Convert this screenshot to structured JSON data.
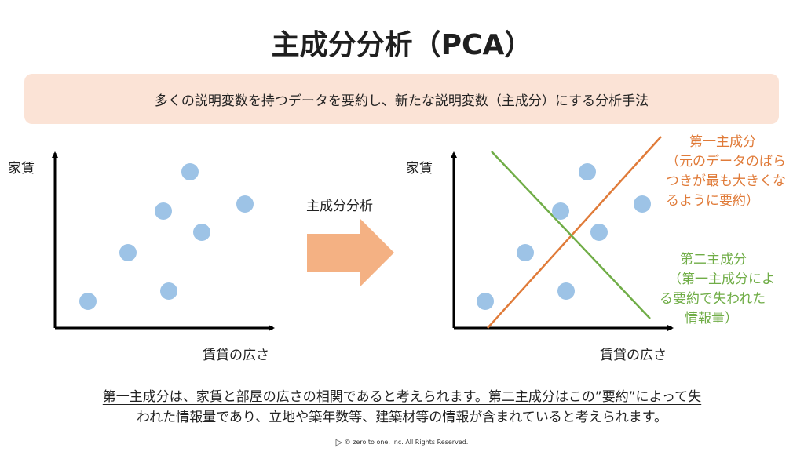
{
  "title": "主成分分析（PCA）",
  "banner": "多くの説明変数を持つデータを要約し、新たな説明変数（主成分）にする分析手法",
  "left_plot": {
    "y_label": "家賃",
    "x_label": "賃貸の広さ"
  },
  "arrow_label": "主成分分析",
  "right_plot": {
    "y_label": "家賃",
    "x_label": "賃貸の広さ",
    "pc1_note": [
      "第一主成分",
      "（元のデータのばら",
      "つきが最も大きくな",
      "るように要約）"
    ],
    "pc2_note": [
      "第二主成分",
      "（第一主成分によ",
      "る要約で失われた",
      "情報量）"
    ]
  },
  "footer": [
    "第一主成分は、家賃と部屋の広さの相関であると考えられます。第二主成分はこの”要約”によって失",
    "われた情報量であり、立地や築年数等、建築材等の情報が含まれていると考えられます。"
  ],
  "copyright": "zero to one, Inc. All Rights Reserved.",
  "copyright_symbol": "©",
  "colors": {
    "dot": "#9dc3e6",
    "arrow": "#f4b183",
    "pc1": "#e07b39",
    "pc2": "#70ad47",
    "banner_bg": "#fbe3d6"
  },
  "icons": {
    "logo": "play-triangle-icon"
  }
}
